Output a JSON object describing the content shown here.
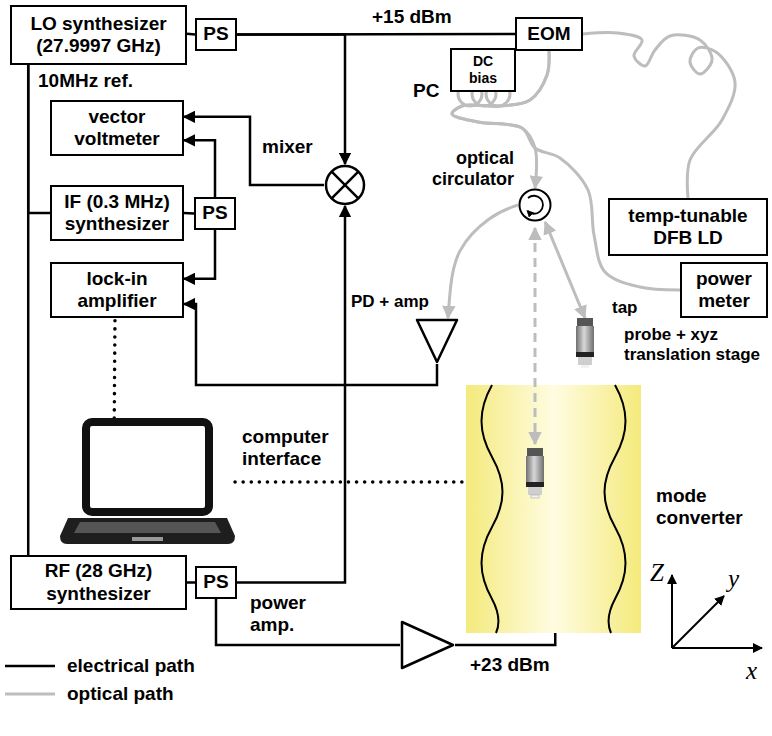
{
  "diagram": {
    "nodes": [
      {
        "text": [
          "LO synthesizer (27.9997 GHz)"
        ]
      },
      {
        "text": [
          "PS"
        ]
      },
      {
        "text": [
          "EOM"
        ]
      },
      {
        "text": [
          "DC bias"
        ]
      },
      {
        "text": [
          "vector voltmeter"
        ]
      },
      {
        "text": [
          "mixer"
        ]
      },
      {
        "text": [
          "optical circulator"
        ]
      },
      {
        "text": [
          "temp-tunable DFB LD"
        ]
      },
      {
        "text": [
          "IF (0.3 MHz) synthesizer"
        ]
      },
      {
        "text": [
          "PS"
        ]
      },
      {
        "text": [
          "power meter"
        ]
      },
      {
        "text": [
          "lock-in amplifier"
        ]
      },
      {
        "text": [
          "PD + amp"
        ]
      },
      {
        "text": [
          "probe + xyz translation stage"
        ]
      },
      {
        "text": [
          "computer interface"
        ]
      },
      {
        "text": [
          "mode converter"
        ]
      },
      {
        "text": [
          "RF (28 GHz) synthesizer"
        ]
      },
      {
        "text": [
          "PS"
        ]
      },
      {
        "text": [
          "power amp."
        ]
      }
    ],
    "edges": [
      {
        "from": 0,
        "to": 1,
        "arrow": "none"
      },
      {
        "from": 1,
        "to": 2,
        "label": "+15 dBm",
        "arrow": "none"
      },
      {
        "from": 1,
        "to": 5,
        "arrow": "to"
      },
      {
        "from": 5,
        "to": 4,
        "arrow": "to"
      },
      {
        "from": 7,
        "to": 2,
        "arrow": "none"
      },
      {
        "from": 2,
        "to": 6,
        "arrow": "to"
      },
      {
        "from": 2,
        "to": 10,
        "label": "tap",
        "arrow": "none"
      },
      {
        "from": 6,
        "to": 12,
        "arrow": "to"
      },
      {
        "from": 6,
        "to": 13,
        "arrow": "both"
      },
      {
        "from": 0,
        "to": 8,
        "arrow": "none"
      },
      {
        "from": 0,
        "to": 16,
        "arrow": "none"
      },
      {
        "from": 8,
        "to": 9,
        "arrow": "none"
      },
      {
        "from": 9,
        "to": 4,
        "arrow": "to"
      },
      {
        "from": 9,
        "to": 11,
        "arrow": "to"
      },
      {
        "from": 12,
        "to": 11,
        "arrow": "to"
      },
      {
        "from": 14,
        "to": 11,
        "arrow": "none"
      },
      {
        "from": 14,
        "to": 15,
        "arrow": "none"
      },
      {
        "from": 16,
        "to": 17,
        "arrow": "none"
      },
      {
        "from": 17,
        "to": 5,
        "arrow": "to"
      },
      {
        "from": 17,
        "to": 18,
        "arrow": "none"
      },
      {
        "from": 18,
        "to": 15,
        "label": "+23 dBm",
        "arrow": "none"
      }
    ],
    "labels": [
      "10MHz ref.",
      "PC",
      "Z",
      "y",
      "x"
    ],
    "legend": [
      {
        "text": "electrical path"
      },
      {
        "text": "optical path"
      }
    ]
  }
}
